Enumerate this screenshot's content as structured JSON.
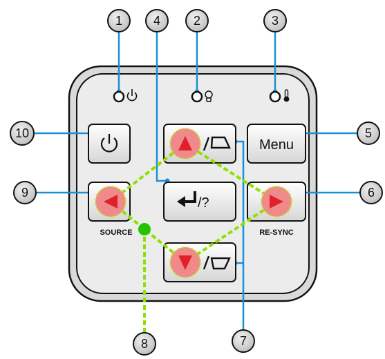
{
  "callouts": {
    "power_led": "1",
    "lamp_led": "2",
    "temp_led": "3",
    "help_button": "4",
    "menu_button": "5",
    "right_button": "6",
    "keystone_buttons": "7",
    "four_directional_keys": "8",
    "left_button": "9",
    "power_button": "10"
  },
  "buttons": {
    "menu_label": "Menu",
    "help_label": "/?",
    "source_label": "SOURCE",
    "resync_label": "RE-SYNC"
  },
  "icons": {
    "power_led": "power-symbol",
    "lamp_led": "lightbulb",
    "temp_led": "thermometer",
    "power_button": "power-symbol",
    "help_button": "enter-arrow",
    "up_button": "triangle-up",
    "down_button": "triangle-down",
    "left_button": "triangle-left",
    "right_button": "triangle-right",
    "keystone_up": "trapezoid",
    "keystone_down": "trapezoid-inverted"
  },
  "colors": {
    "panel_fill": "#e6e6e6",
    "arrow_highlight": "#f08a8a",
    "arrow_triangle": "#e0202a",
    "leader_line": "#1a8fd6",
    "dpad_connector": "#8ee000",
    "callout_fill": "#d4d4d4"
  }
}
